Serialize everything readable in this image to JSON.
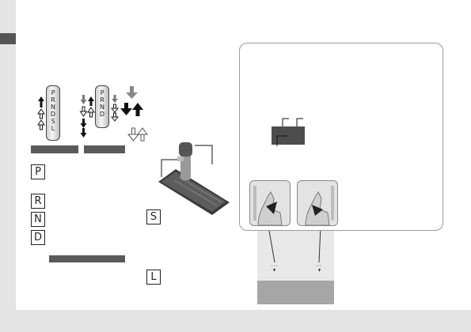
{
  "gear_labels": {
    "p": "P",
    "r": "R",
    "n": "N",
    "d": "D",
    "s": "S",
    "l": "L"
  },
  "gate_a": [
    "P",
    "R",
    "N",
    "D",
    "S",
    "L"
  ],
  "gate_b": [
    "P",
    "R",
    "N",
    "D"
  ],
  "colors": {
    "page": "#ffffff",
    "margin": "#e4e4e4",
    "dark_bar": "#5a5a5a",
    "display": "#4d4d4d",
    "gray_band": "#a6a6a6"
  },
  "icons": [
    "up-arrow-icon",
    "down-arrow-icon",
    "hollow-arrow-icon",
    "shift-lever-icon",
    "hand-press-icon"
  ]
}
